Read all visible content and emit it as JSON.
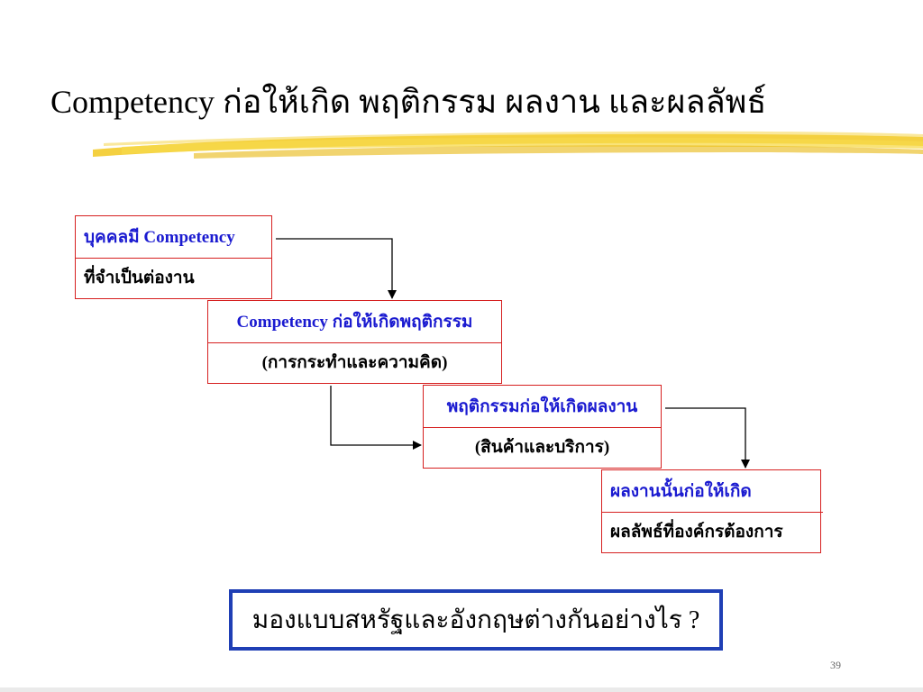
{
  "slide": {
    "title": "Competency ก่อให้เกิด พฤติกรรม ผลงาน และผลลัพธ์",
    "page_number": "39"
  },
  "diagram": {
    "steps": [
      {
        "heading": "บุคคลมี Competency",
        "subtext": "ที่จำเป็นต่องาน"
      },
      {
        "heading": "Competency ก่อให้เกิดพฤติกรรม",
        "subtext": "(การกระทำและความคิด)"
      },
      {
        "heading": "พฤติกรรมก่อให้เกิดผลงาน",
        "subtext": "(สินค้าและบริการ)"
      },
      {
        "heading": "ผลงานนั้นก่อให้เกิด",
        "subtext": "ผลลัพธ์ที่องค์กรต้องการ"
      }
    ],
    "question": "มองแบบสหรัฐและอังกฤษต่างกันอย่างไร ?"
  },
  "colors": {
    "box_border": "#d62020",
    "heading_text": "#1a1ad0",
    "question_border": "#1f3fb5",
    "brush": "#f2c81e"
  }
}
